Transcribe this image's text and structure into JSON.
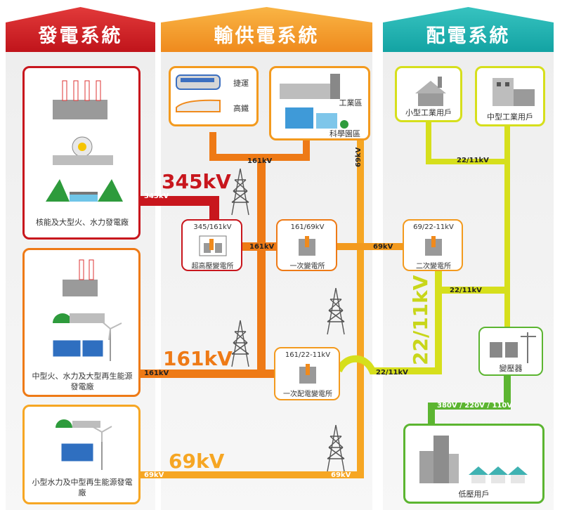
{
  "headers": {
    "generation": "發電系統",
    "transmission": "輸供電系統",
    "distribution": "配電系統"
  },
  "generation": {
    "plant_large": "核能及大型火、水力發電廠",
    "plant_medium": "中型火、水力及大型再生能源發電廠",
    "plant_small": "小型水力及中型再生能源發電廠"
  },
  "transmission": {
    "transit_mrt": "捷運",
    "transit_hsr": "高鐵",
    "industrial_zone": "工業區",
    "science_park": "科學園區",
    "substation_ehv_ratio": "345/161kV",
    "substation_ehv": "超高壓變電所",
    "substation_primary_ratio": "161/69kV",
    "substation_primary": "一次變電所",
    "substation_dist_ratio": "161/22-11kV",
    "substation_dist": "一次配電變電所"
  },
  "distribution": {
    "small_industrial": "小型工業用戶",
    "medium_industrial": "中型工業用戶",
    "substation_secondary_ratio": "69/22-11kV",
    "substation_secondary": "二次變電所",
    "transformer": "變壓器",
    "low_voltage_users": "低壓用戶"
  },
  "voltages": {
    "big_345": "345kV",
    "big_161": "161kV",
    "big_69": "69kV",
    "big_22_11": "22/11kV",
    "v345": "345kV",
    "v161": "161kV",
    "v69": "69kV",
    "v22_11": "22/11kV",
    "v_low": "380V / 220V / 110V"
  },
  "colors": {
    "red": "#c8161d",
    "orange_dark": "#ee7a16",
    "orange": "#f39a1e",
    "orange_light": "#f6a623",
    "lime": "#d6df1c",
    "green": "#5cb531",
    "teal": "#16a6a6"
  }
}
